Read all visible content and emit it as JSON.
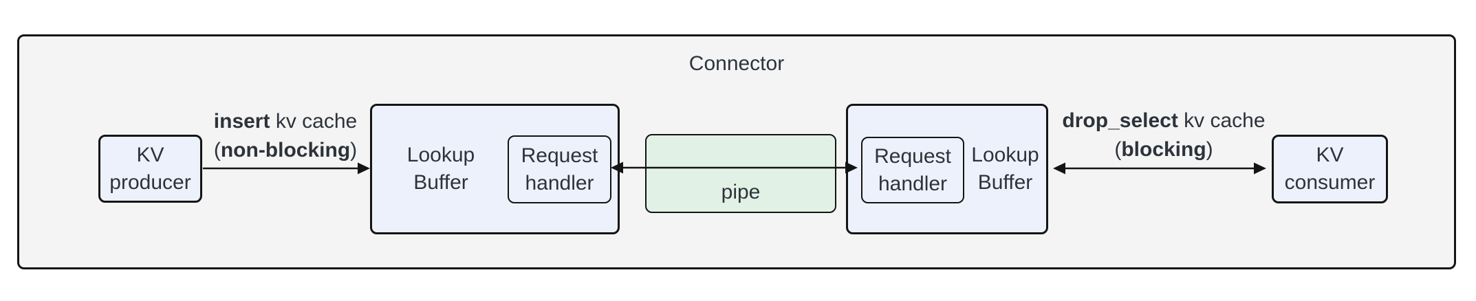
{
  "colors": {
    "outer_fill": "#f4f4f4",
    "node_fill": "#edf1fb",
    "pipe_fill": "#e2f1e5",
    "border": "#141414",
    "text": "#2d333b"
  },
  "connector": {
    "title": "Connector"
  },
  "nodes": {
    "kv_producer": {
      "label": "KV\nproducer"
    },
    "lookup_buffer_left": {
      "label": "Lookup\nBuffer"
    },
    "request_handler_left": {
      "label": "Request\nhandler"
    },
    "pipe": {
      "label": "pipe"
    },
    "request_handler_right": {
      "label": "Request\nhandler"
    },
    "lookup_buffer_right": {
      "label": "Lookup\nBuffer"
    },
    "kv_consumer": {
      "label": "KV\nconsumer"
    }
  },
  "edges": {
    "insert": {
      "bold": "insert",
      "rest": " kv cache",
      "paren_open": "(",
      "paren_bold": "non-blocking",
      "paren_close": ")"
    },
    "drop_select": {
      "bold": "drop_select",
      "rest": " kv cache",
      "paren_open": "(",
      "paren_bold": "blocking",
      "paren_close": ")"
    }
  }
}
